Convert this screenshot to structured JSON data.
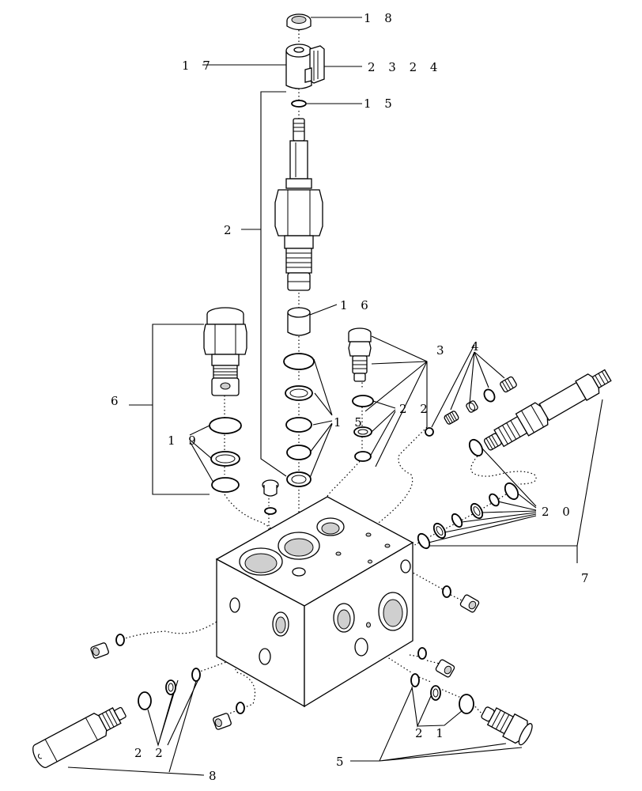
{
  "diagram": {
    "callouts": [
      {
        "id": "c18",
        "text": "1 8"
      },
      {
        "id": "c17",
        "text": "1 7"
      },
      {
        "id": "c2324",
        "text": "2 3  2 4"
      },
      {
        "id": "c15a",
        "text": "1 5"
      },
      {
        "id": "c2",
        "text": "2"
      },
      {
        "id": "c16",
        "text": "1 6"
      },
      {
        "id": "c3",
        "text": "3"
      },
      {
        "id": "c4",
        "text": "4"
      },
      {
        "id": "c6",
        "text": "6"
      },
      {
        "id": "c15b",
        "text": "1 5"
      },
      {
        "id": "c22a",
        "text": "2 2"
      },
      {
        "id": "c19",
        "text": "1 9"
      },
      {
        "id": "c20",
        "text": "2 0"
      },
      {
        "id": "c7",
        "text": "7"
      },
      {
        "id": "c22b",
        "text": "2 2"
      },
      {
        "id": "c21",
        "text": "2 1"
      },
      {
        "id": "c8",
        "text": "8"
      },
      {
        "id": "c5",
        "text": "5"
      }
    ]
  }
}
